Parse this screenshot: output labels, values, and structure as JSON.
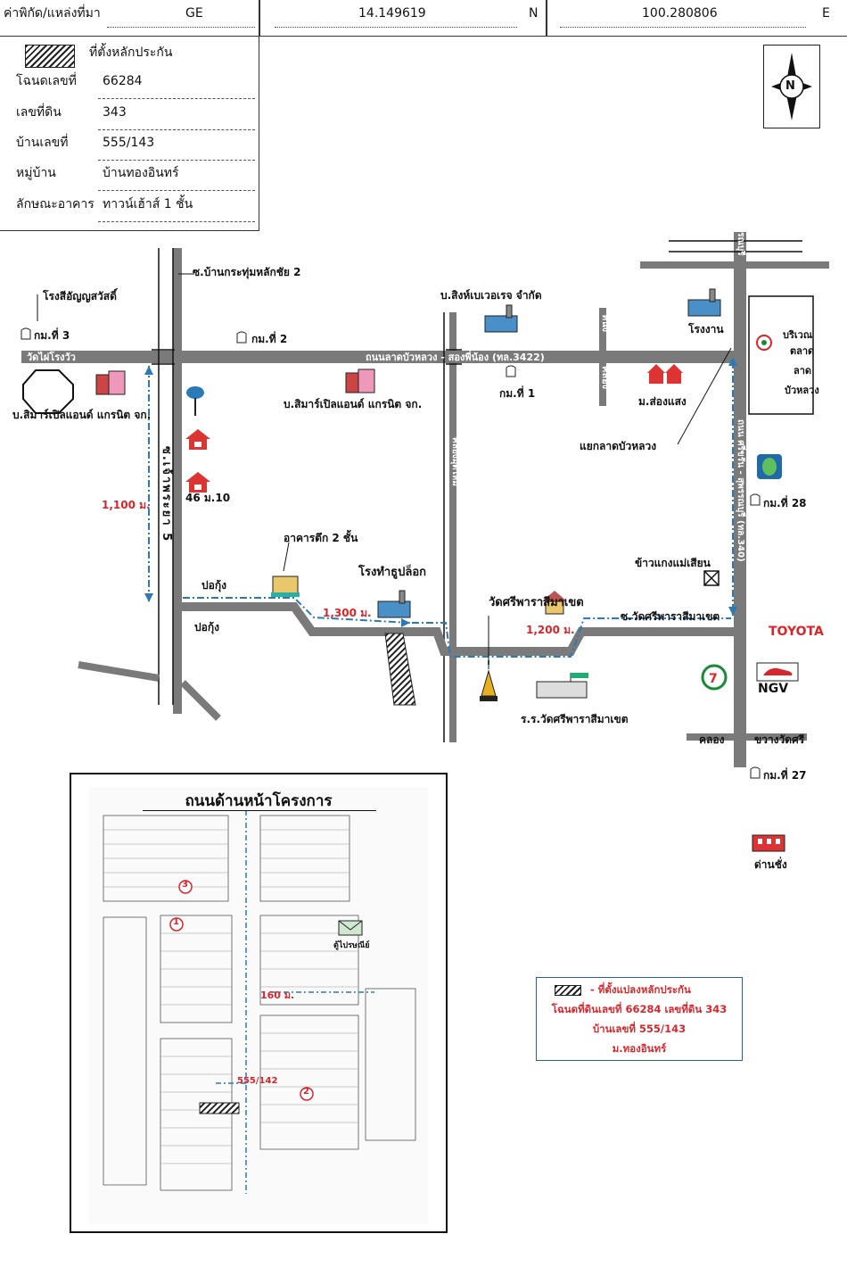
{
  "header": {
    "coord_label": "ค่าพิกัด/แหล่งที่มา",
    "source": "GE",
    "latitude": "14.149619",
    "lat_dir": "N",
    "longitude": "100.280806",
    "lon_dir": "E"
  },
  "info": {
    "legend_label": "ที่ตั้งหลักประกัน",
    "rows": [
      {
        "label": "โฉนดเลขที่",
        "value": "66284"
      },
      {
        "label": "เลขที่ดิน",
        "value": "343"
      },
      {
        "label": "บ้านเลขที่",
        "value": "555/143"
      },
      {
        "label": "หมู่บ้าน",
        "value": "บ้านทองอินทร์"
      },
      {
        "label": "ลักษณะอาคาร",
        "value": "ทาวน์เฮ้าส์ 1 ชั้น"
      }
    ]
  },
  "compass": {
    "north": "N"
  },
  "map_labels": {
    "soi_ban_kratum": "ซ.บ้านกระทุ่มหลักชัย 2",
    "rongsi": "โรงสีอัญญสวัสดิ์",
    "km3": "กม.ที่ 3",
    "wat_rong": "วัดไผ่โรงวัว",
    "km2": "กม.ที่ 2",
    "main_road": "ถนนลาดบัวหลวง - สองพี่น้อง (ทล.3422)",
    "singha": "บ.สิงห์เบเวอเรจ จำกัด",
    "factory": "โรงงาน",
    "market_area": [
      "บริเวณ",
      "ตลาด",
      "ลาด",
      "บัวหลวง"
    ],
    "simar_left": "บ.สิมาร์เปิลแอนด์ แกรนิต จก.",
    "simar_mid": "บ.สิมาร์เปิลแอนด์ แกรนิต จก.",
    "km1": "กม.ที่ 1",
    "nong": "หนึ่ง",
    "khlong": "คลอง",
    "mo_songsang": "ม.ส่องแสง",
    "intersection": "แยกลาดบัวหลวง",
    "suphan_top": "สุพรรณบุรี",
    "num_46": "46 ม.10",
    "dist_1100": "1,100 ม.",
    "soi_chao_phraya": "ซ.เจ้าพระยา 5",
    "khlong_mudmai": "คลองมุดใหม่",
    "highway_340": "ถนน ศรีขรัน - สุพรรณบุรี (ทล.340)",
    "km28": "กม.ที่ 28",
    "building2": "อาคารตึก 2 ชั้น",
    "pokung1": "ปอกุ้ง",
    "pokung2": "ปอกุ้ง",
    "incense": "โรงทำธูปล็อก",
    "dist_1300": "1,300 ม.",
    "khaokaeng": "ข้าวแกงแม่เสียน",
    "wat_sri": "วัดศรีพาราสีมาเขต",
    "dist_1200": "1,200 ม.",
    "soi_wat_sri": "ซ.วัดศรีพาราสีมาเขต",
    "toyota": "TOYOTA",
    "ngv": "NGV",
    "school": "ร.ร.วัดศรีพาราสีมาเขต",
    "khlong2": "คลอง",
    "khwang_wat": "ขวางวัดศรี",
    "km27": "กม.ที่ 27",
    "krungthep": "กรุงเทพฯ",
    "toll": "ด่านชั่ง"
  },
  "inset": {
    "title": "ถนนด้านหน้าโครงการ",
    "dist_160": "160 ม.",
    "house_no": "555/142",
    "markers": [
      "3",
      "1",
      "2"
    ],
    "post_label": "ตู้ไปรษณีย์"
  },
  "legend": {
    "line1": "- ที่ตั้งแปลงหลักประกัน",
    "line2": "โฉนดที่ดินเลขที่ 66284  เลขที่ดิน 343",
    "line3": "บ้านเลขที่ 555/143",
    "line4": "ม.ทองอินทร์"
  },
  "colors": {
    "road": "#7a7a7a",
    "route": "#2a7ab8",
    "distance_text": "#d8262c",
    "legend_border": "#2a5ba8"
  }
}
